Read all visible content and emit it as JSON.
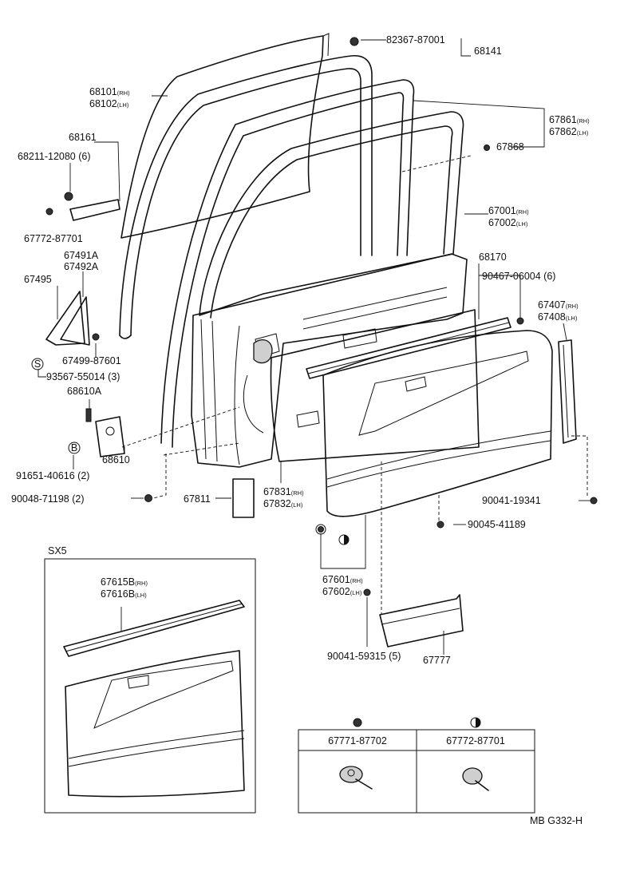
{
  "callouts": {
    "c68101": "68101",
    "c68102": "68102",
    "c82367": "82367-87001",
    "c68141": "68141",
    "c68161": "68161",
    "c68211": "68211-12080 (6)",
    "c67861": "67861",
    "c67862": "67862",
    "c67868": "67868",
    "c67001": "67001",
    "c67002": "67002",
    "c67772a": "67772-87701",
    "c67491a": "67491A",
    "c67492a": "67492A",
    "c67495": "67495",
    "c67499": "67499-87601",
    "c93567": "93567-55014 (3)",
    "c68610a": "68610A",
    "c68610": "68610",
    "c91651": "91651-40616 (2)",
    "c90048": "90048-71198 (2)",
    "c67811": "67811",
    "c67831": "67831",
    "c67832": "67832",
    "c68170": "68170",
    "c90467": "90467-06004 (6)",
    "c67407": "67407",
    "c67408": "67408",
    "c90041a": "90041-19341",
    "c90045": "90045-41189",
    "c67601": "67601",
    "c67602": "67602",
    "c90041b": "90041-59315 (5)",
    "c67777": "67777",
    "c67615b": "67615B",
    "c67616b": "67616B"
  },
  "side_tags": {
    "rh": "(RH)",
    "lh": "(LH)"
  },
  "markers": {
    "s": "S",
    "b": "B"
  },
  "inset": {
    "label": "SX5"
  },
  "legend": {
    "col1": "67771-87702",
    "col2": "67772-87701"
  },
  "footer": {
    "code": "MB G332-H"
  }
}
